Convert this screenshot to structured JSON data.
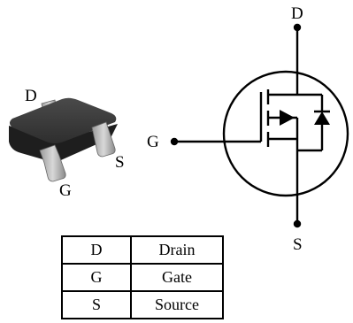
{
  "package": {
    "pin_labels": {
      "drain": "D",
      "gate": "G",
      "source": "S"
    }
  },
  "symbol": {
    "drain_label": "D",
    "gate_label": "G",
    "source_label": "S"
  },
  "pin_table": {
    "rows": [
      {
        "pin": "D",
        "name": "Drain"
      },
      {
        "pin": "G",
        "name": "Gate"
      },
      {
        "pin": "S",
        "name": "Source"
      }
    ]
  }
}
